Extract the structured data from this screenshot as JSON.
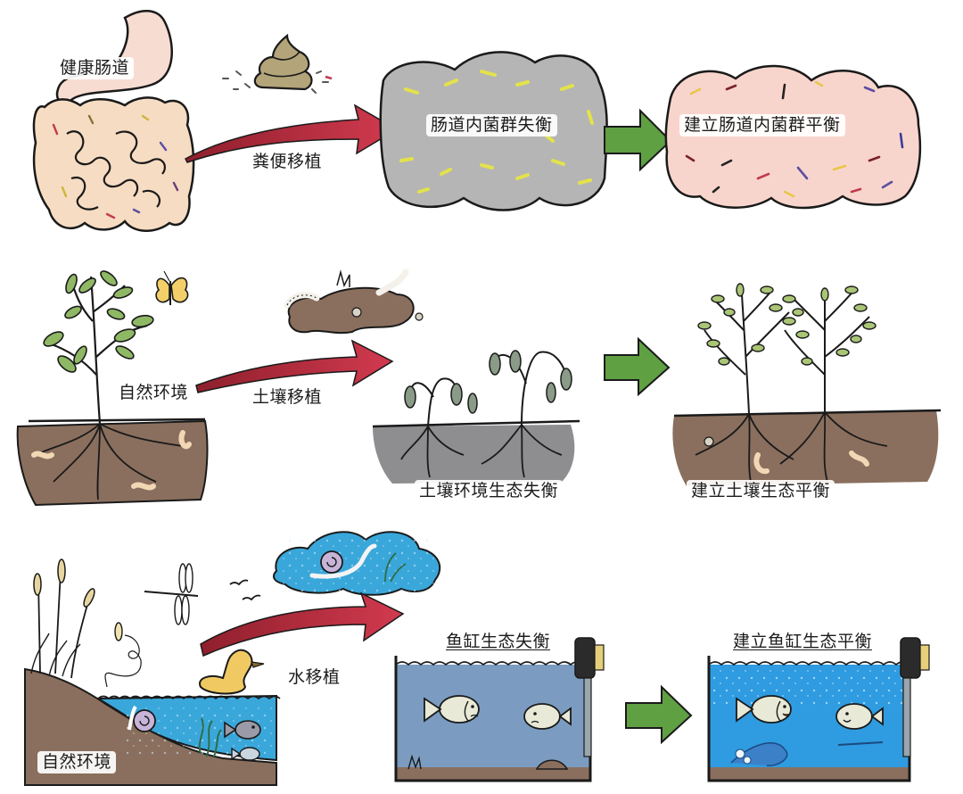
{
  "title": "微生物移植与生态平衡示意图",
  "colors": {
    "transfer_arrow": "#c8344a",
    "result_arrow": "#5fa043",
    "healthy_gut": "#f6d7c4",
    "imbalanced_gut": "#b9b9b9",
    "balanced_gut": "#f8d5cc",
    "healthy_soil": "#8a6f5e",
    "poor_soil": "#8e8e90",
    "pond_water": "#3aa7da",
    "dull_tank_water": "#7b9cc0",
    "clear_tank_water": "#2f9be0",
    "leaf": "#8fb865",
    "wilted_leaf": "#8a9b88",
    "duck": "#f0c962",
    "butterfly": "#f3cf6a"
  },
  "rows": [
    {
      "id": "gut",
      "source_label": "健康肠道",
      "transfer_label": "粪便移植",
      "imbalanced_label": "肠道内菌群失衡",
      "balanced_label": "建立肠道内菌群平衡"
    },
    {
      "id": "soil",
      "source_label": "自然环境",
      "transfer_label": "土壤移植",
      "imbalanced_label": "土壤环境生态失衡",
      "balanced_label": "建立土壤生态平衡"
    },
    {
      "id": "water",
      "source_label": "自然环境",
      "transfer_label": "水移植",
      "imbalanced_label": "鱼缸生态失衡",
      "balanced_label": "建立鱼缸生态平衡"
    }
  ]
}
